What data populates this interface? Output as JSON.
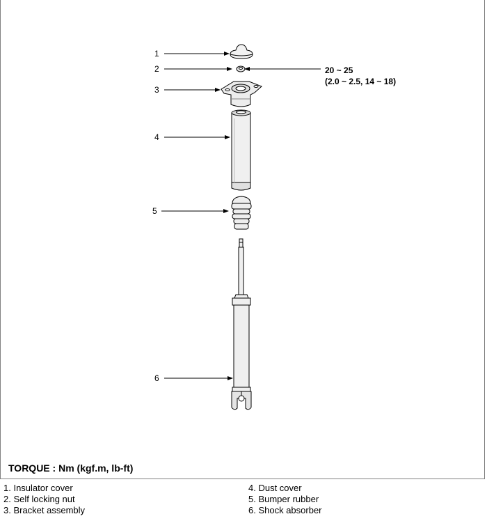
{
  "callouts": [
    "1",
    "2",
    "3",
    "4",
    "5",
    "6"
  ],
  "torque_spec": {
    "line1": "20 ~ 25",
    "line2": "(2.0 ~ 2.5, 14 ~ 18)"
  },
  "torque_label": "TORQUE : Nm (kgf.m, lb-ft)",
  "legend": {
    "left": [
      "1. Insulator cover",
      "2. Self locking nut",
      "3. Bracket assembly"
    ],
    "right": [
      "4. Dust cover",
      "5. Bumper rubber",
      "6. Shock absorber"
    ]
  }
}
